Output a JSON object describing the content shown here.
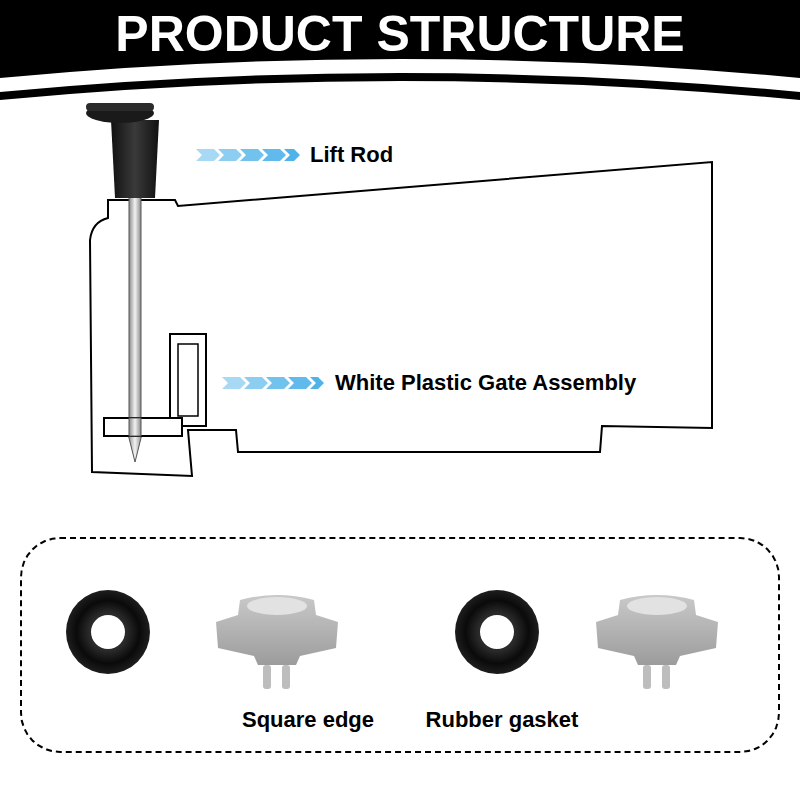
{
  "diagram": {
    "title": "PRODUCT STRUCTURE",
    "nodes": [
      {
        "text": [
          "Square edge",
          "Rubber gasket"
        ]
      }
    ],
    "labels": [
      "Lift Rod",
      "White Plastic Gate Assembly"
    ]
  }
}
